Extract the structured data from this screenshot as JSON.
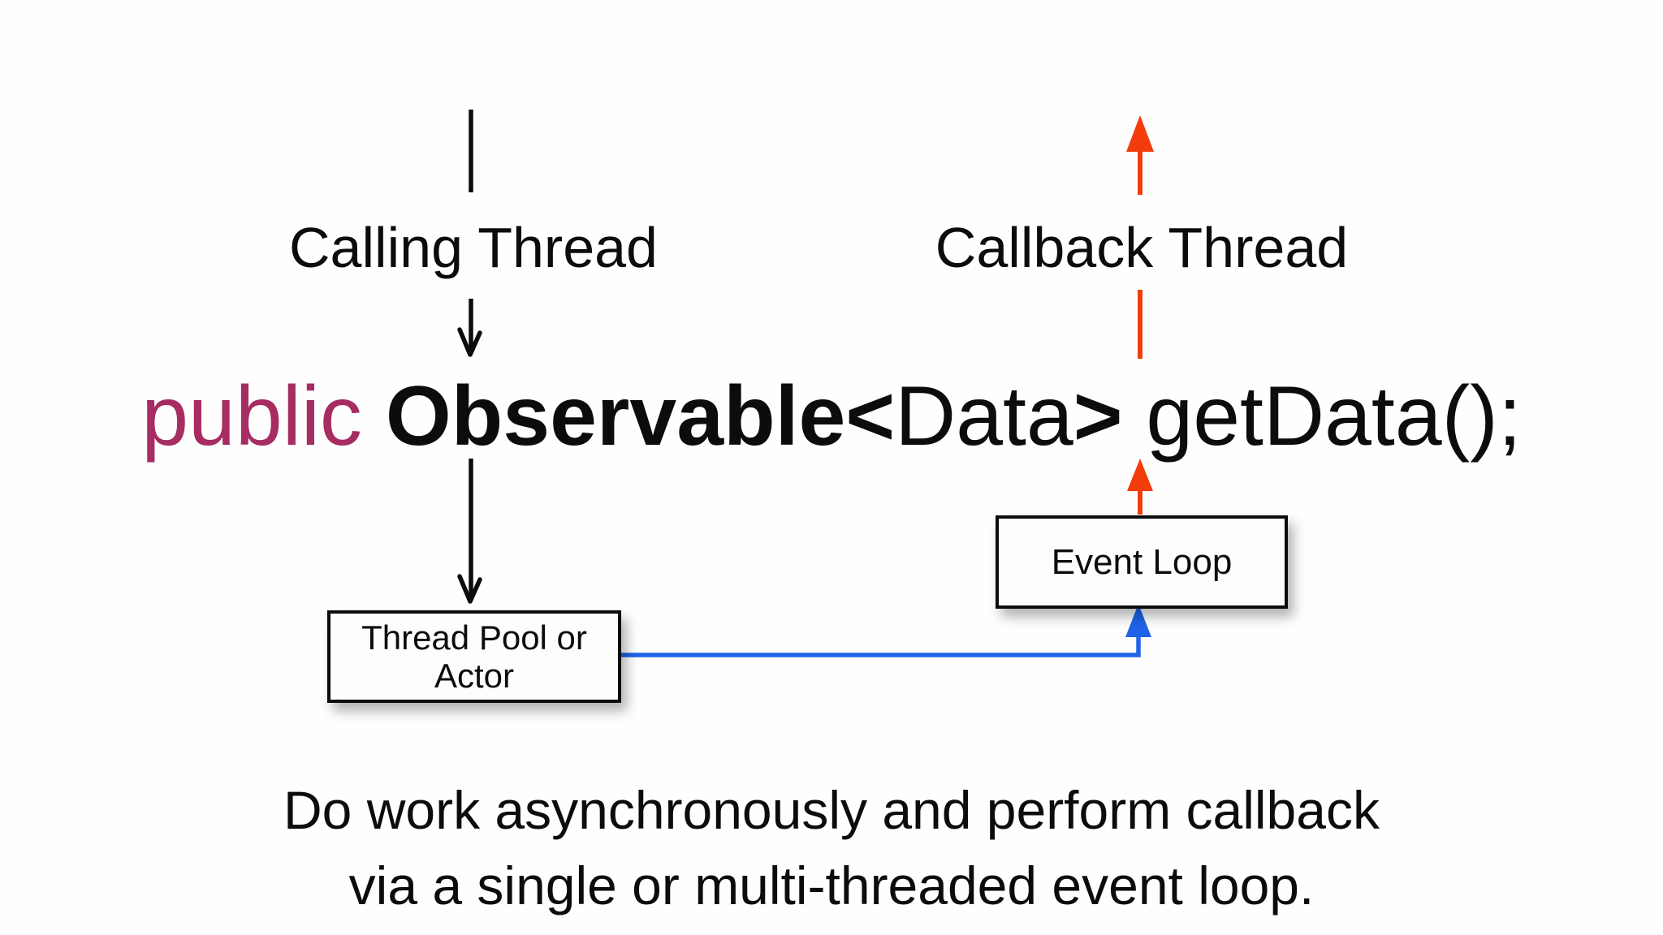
{
  "slide": {
    "calling_thread_label": "Calling Thread",
    "callback_thread_label": "Callback Thread",
    "code": {
      "keyword": "public ",
      "observable_open": "Observable<",
      "type_param": "Data",
      "close_bracket": ">",
      "method": " getData();"
    },
    "thread_pool_box": {
      "line1": "Thread Pool or",
      "line2": "Actor"
    },
    "event_loop_box": {
      "label": "Event Loop"
    },
    "caption": {
      "line1": "Do work asynchronously and perform callback",
      "line2": "via a single or multi-threaded event loop."
    },
    "colors": {
      "keyword": "#a62c62",
      "callback_arrow": "#f23c0c",
      "scheduler_arrow": "#1e63e8",
      "ink": "#0c0c0c",
      "background": "#fefefe"
    }
  }
}
